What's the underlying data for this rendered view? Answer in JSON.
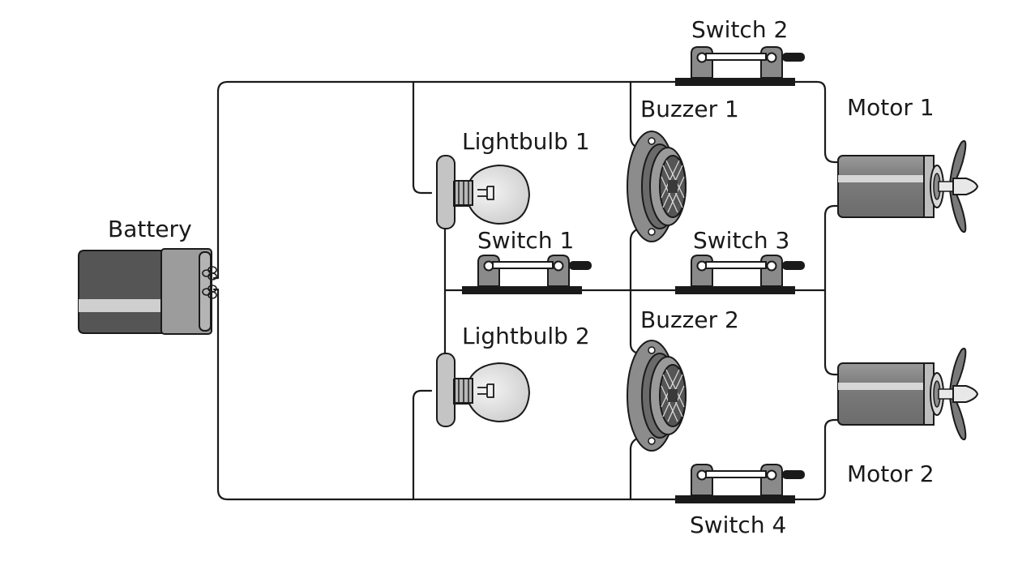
{
  "labels": {
    "battery": "Battery",
    "lightbulb1": "Lightbulb 1",
    "lightbulb2": "Lightbulb 2",
    "switch1": "Switch 1",
    "switch2": "Switch 2",
    "switch3": "Switch 3",
    "switch4": "Switch 4",
    "buzzer1": "Buzzer 1",
    "buzzer2": "Buzzer 2",
    "motor1": "Motor 1",
    "motor2": "Motor 2"
  },
  "colors": {
    "wire": "#1a1a1a",
    "component_dark": "#5b5b5b",
    "component_mid": "#8c8c8c",
    "component_light": "#c8c8c8",
    "switch_base": "#1a1a1a"
  }
}
